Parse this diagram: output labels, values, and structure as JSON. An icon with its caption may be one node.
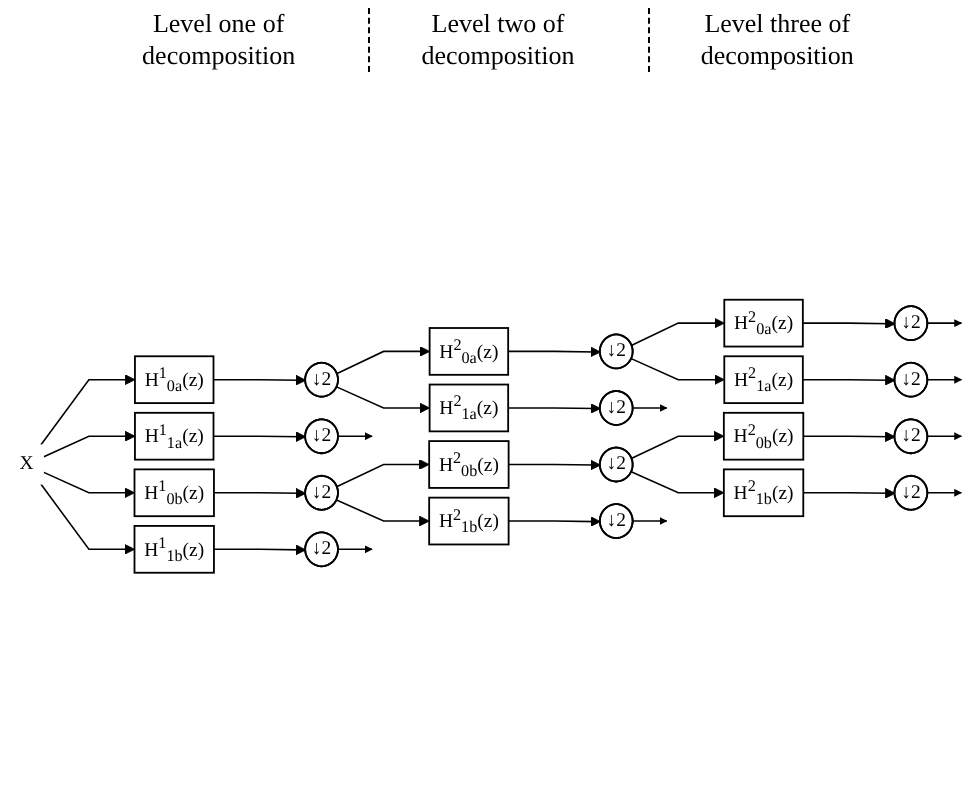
{
  "diagram": {
    "nodes": [
      {
        "text": [
          "X"
        ]
      },
      {
        "text": [
          "H$^{1}$$_{0a}$(z)"
        ]
      },
      {
        "text": [
          "↓2"
        ]
      },
      {
        "text": [
          "H$^{1}$$_{1a}$(z)"
        ]
      },
      {
        "text": [
          "↓2"
        ]
      },
      {
        "text": [
          "H$^{2}$$_{0a}$(z)"
        ]
      },
      {
        "text": [
          "↓2"
        ]
      },
      {
        "text": [
          "H$^{2}$$_{1a}$(z)"
        ]
      },
      {
        "text": [
          "↓2"
        ]
      },
      {
        "text": [
          "H$^{2}$$_{0a}$(z)"
        ]
      },
      {
        "text": [
          "↓2"
        ]
      },
      {
        "text": [
          "H$^{2}$$_{1a}$(z)"
        ]
      },
      {
        "text": [
          "↓2"
        ]
      },
      {
        "text": [
          "H$^{1}$$_{0b}$(z)"
        ]
      },
      {
        "text": [
          "↓2"
        ]
      },
      {
        "text": [
          "H$^{1}$$_{1b}$(z)"
        ]
      },
      {
        "text": [
          "↓2"
        ]
      },
      {
        "text": [
          "H$^{2}$$_{0b}$(z)"
        ]
      },
      {
        "text": [
          "↓2"
        ]
      },
      {
        "text": [
          "H$^{2}$$_{1b}$(z)"
        ]
      },
      {
        "text": [
          "↓2"
        ]
      },
      {
        "text": [
          "H$^{2}$$_{0b}$(z)"
        ]
      },
      {
        "text": [
          "↓2"
        ]
      },
      {
        "text": [
          "H$^{2}$$_{1b}$(z)"
        ]
      },
      {
        "text": [
          "↓2"
        ]
      }
    ],
    "edges": [
      {
        "from": 0,
        "to": 1,
        "arrow": "to"
      },
      {
        "from": 1,
        "to": 2,
        "arrow": "to"
      },
      {
        "from": 0,
        "to": 3,
        "arrow": "to"
      },
      {
        "from": 3,
        "to": 4,
        "arrow": "to"
      },
      {
        "from": 4,
        "to": null,
        "arrow": "to"
      },
      {
        "from": 2,
        "to": 5,
        "arrow": "to"
      },
      {
        "from": 5,
        "to": 6,
        "arrow": "to"
      },
      {
        "from": 2,
        "to": 7,
        "arrow": "to"
      },
      {
        "from": 7,
        "to": 8,
        "arrow": "to"
      },
      {
        "from": 8,
        "to": null,
        "arrow": "to"
      },
      {
        "from": 6,
        "to": 9,
        "arrow": "to"
      },
      {
        "from": 9,
        "to": 10,
        "arrow": "to"
      },
      {
        "from": 10,
        "to": null,
        "arrow": "to"
      },
      {
        "from": 6,
        "to": 11,
        "arrow": "to"
      },
      {
        "from": 11,
        "to": 12,
        "arrow": "to"
      },
      {
        "from": 12,
        "to": null,
        "arrow": "to"
      },
      {
        "from": 0,
        "to": 13,
        "arrow": "to"
      },
      {
        "from": 13,
        "to": 14,
        "arrow": "to"
      },
      {
        "from": 0,
        "to": 15,
        "arrow": "to"
      },
      {
        "from": 15,
        "to": 16,
        "arrow": "to"
      },
      {
        "from": 16,
        "to": null,
        "arrow": "to"
      },
      {
        "from": 14,
        "to": 17,
        "arrow": "to"
      },
      {
        "from": 17,
        "to": 18,
        "arrow": "to"
      },
      {
        "from": 14,
        "to": 19,
        "arrow": "to"
      },
      {
        "from": 19,
        "to": 20,
        "arrow": "to"
      },
      {
        "from": 20,
        "to": null,
        "arrow": "to"
      },
      {
        "from": 18,
        "to": 21,
        "arrow": "to"
      },
      {
        "from": 21,
        "to": 22,
        "arrow": "to"
      },
      {
        "from": 22,
        "to": null,
        "arrow": "to"
      },
      {
        "from": 18,
        "to": 23,
        "arrow": "to"
      },
      {
        "from": 23,
        "to": 24,
        "arrow": "to"
      },
      {
        "from": 24,
        "to": null,
        "arrow": "to"
      }
    ],
    "labels": [
      "Level one of decomposition",
      "Level two of decomposition",
      "Level three of decomposition"
    ]
  }
}
